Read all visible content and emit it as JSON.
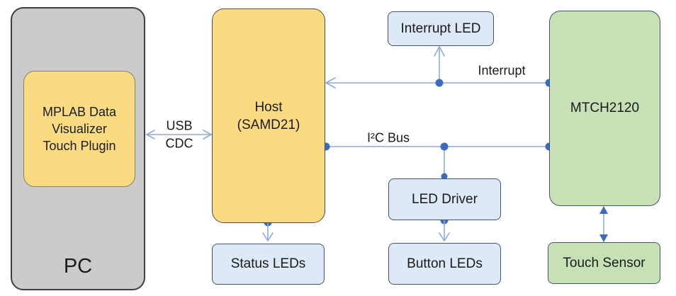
{
  "colors": {
    "bg": "#ffffff",
    "gray_fill": "#cbcbcb",
    "gray_border": "#3f3f3f",
    "yellow_fill": "#fbdb82",
    "yellow_border": "#4d4d44",
    "inner_yellow_border": "#82826f",
    "blue_fill": "#dde9f6",
    "blue_border": "#44546a",
    "green_fill": "#c8e0b6",
    "green_border": "#44546a",
    "wire": "#8faadc",
    "wire_strong": "#3a6bbf",
    "text": "#1a1a1a"
  },
  "nodes": {
    "pc": {
      "label": "PC"
    },
    "mplab_plugin": {
      "line1": "MPLAB Data",
      "line2": "Visualizer",
      "line3": "Touch Plugin"
    },
    "host": {
      "line1": "Host",
      "line2": "(SAMD21)"
    },
    "interrupt_led": {
      "label": "Interrupt LED"
    },
    "mtch2120": {
      "label": "MTCH2120"
    },
    "led_driver": {
      "label": "LED Driver"
    },
    "status_leds": {
      "label": "Status LEDs"
    },
    "button_leds": {
      "label": "Button LEDs"
    },
    "touch_sensor": {
      "label": "Touch Sensor"
    }
  },
  "edge_labels": {
    "usb": "USB",
    "cdc": "CDC",
    "interrupt": "Interrupt",
    "i2c_bus": "I²C Bus"
  }
}
